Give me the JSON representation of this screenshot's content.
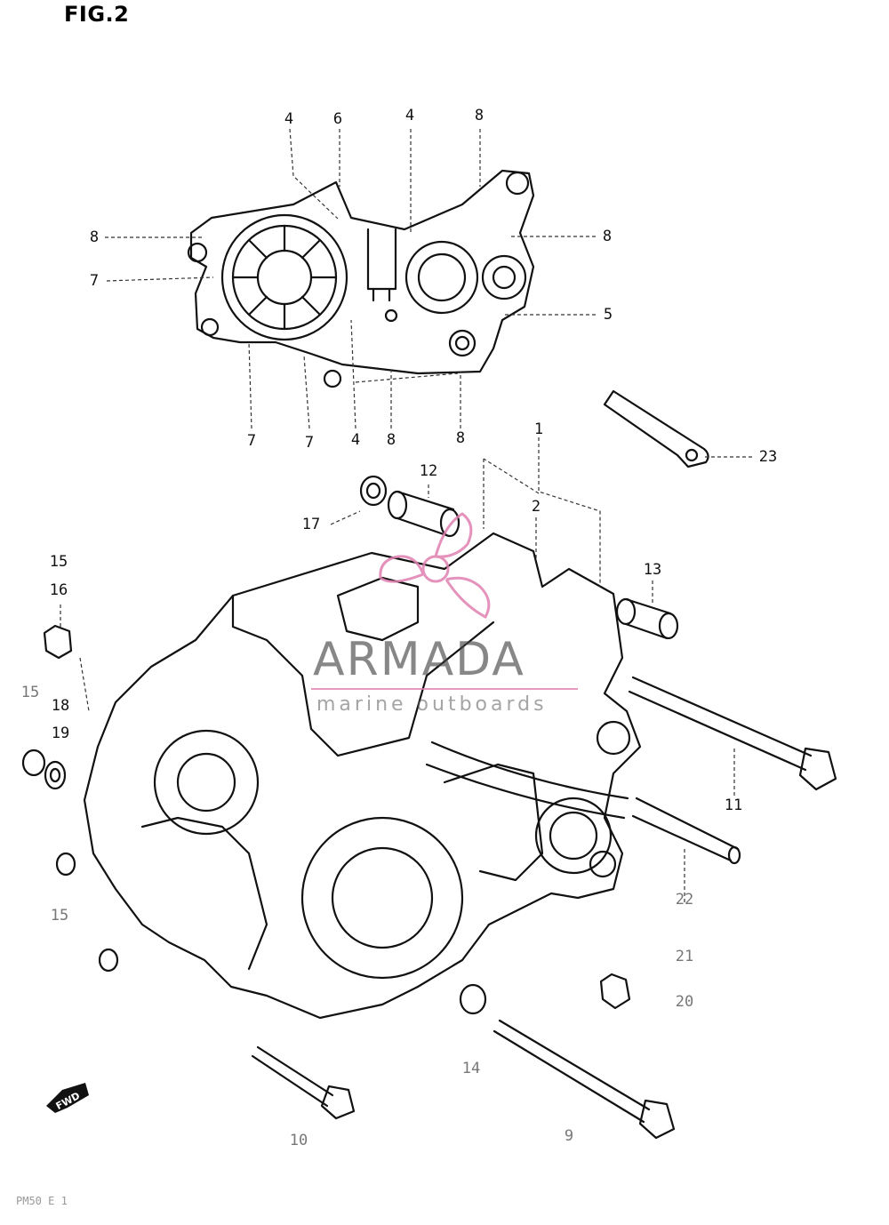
{
  "figure": {
    "title": "FIG.2"
  },
  "watermark": {
    "name": "ARMADA",
    "tagline": "marine outboards",
    "accent": "#e080b0"
  },
  "forward_marker": "FWD",
  "footer": {
    "code": "PM50 E 1"
  },
  "callouts": [
    {
      "id": "c4a",
      "label": "4"
    },
    {
      "id": "c6",
      "label": "6"
    },
    {
      "id": "c4b",
      "label": "4"
    },
    {
      "id": "c8top",
      "label": "8"
    },
    {
      "id": "c8l",
      "label": "8"
    },
    {
      "id": "c8r",
      "label": "8"
    },
    {
      "id": "c7l",
      "label": "7"
    },
    {
      "id": "c5",
      "label": "5"
    },
    {
      "id": "c7a",
      "label": "7"
    },
    {
      "id": "c7b",
      "label": "7"
    },
    {
      "id": "c4c",
      "label": "4"
    },
    {
      "id": "c8a",
      "label": "8"
    },
    {
      "id": "c8b",
      "label": "8"
    },
    {
      "id": "c1",
      "label": "1"
    },
    {
      "id": "c23",
      "label": "23"
    },
    {
      "id": "c12",
      "label": "12"
    },
    {
      "id": "c17",
      "label": "17"
    },
    {
      "id": "c2",
      "label": "2"
    },
    {
      "id": "c13",
      "label": "13"
    },
    {
      "id": "c15a",
      "label": "15"
    },
    {
      "id": "c16",
      "label": "16"
    },
    {
      "id": "c15b",
      "label": "15"
    },
    {
      "id": "c18",
      "label": "18"
    },
    {
      "id": "c19",
      "label": "19"
    },
    {
      "id": "c11",
      "label": "11"
    },
    {
      "id": "c22",
      "label": "22"
    },
    {
      "id": "c15c",
      "label": "15"
    },
    {
      "id": "c21",
      "label": "21"
    },
    {
      "id": "c20",
      "label": "20"
    },
    {
      "id": "c14",
      "label": "14"
    },
    {
      "id": "c10",
      "label": "10"
    },
    {
      "id": "c9",
      "label": "9"
    }
  ]
}
